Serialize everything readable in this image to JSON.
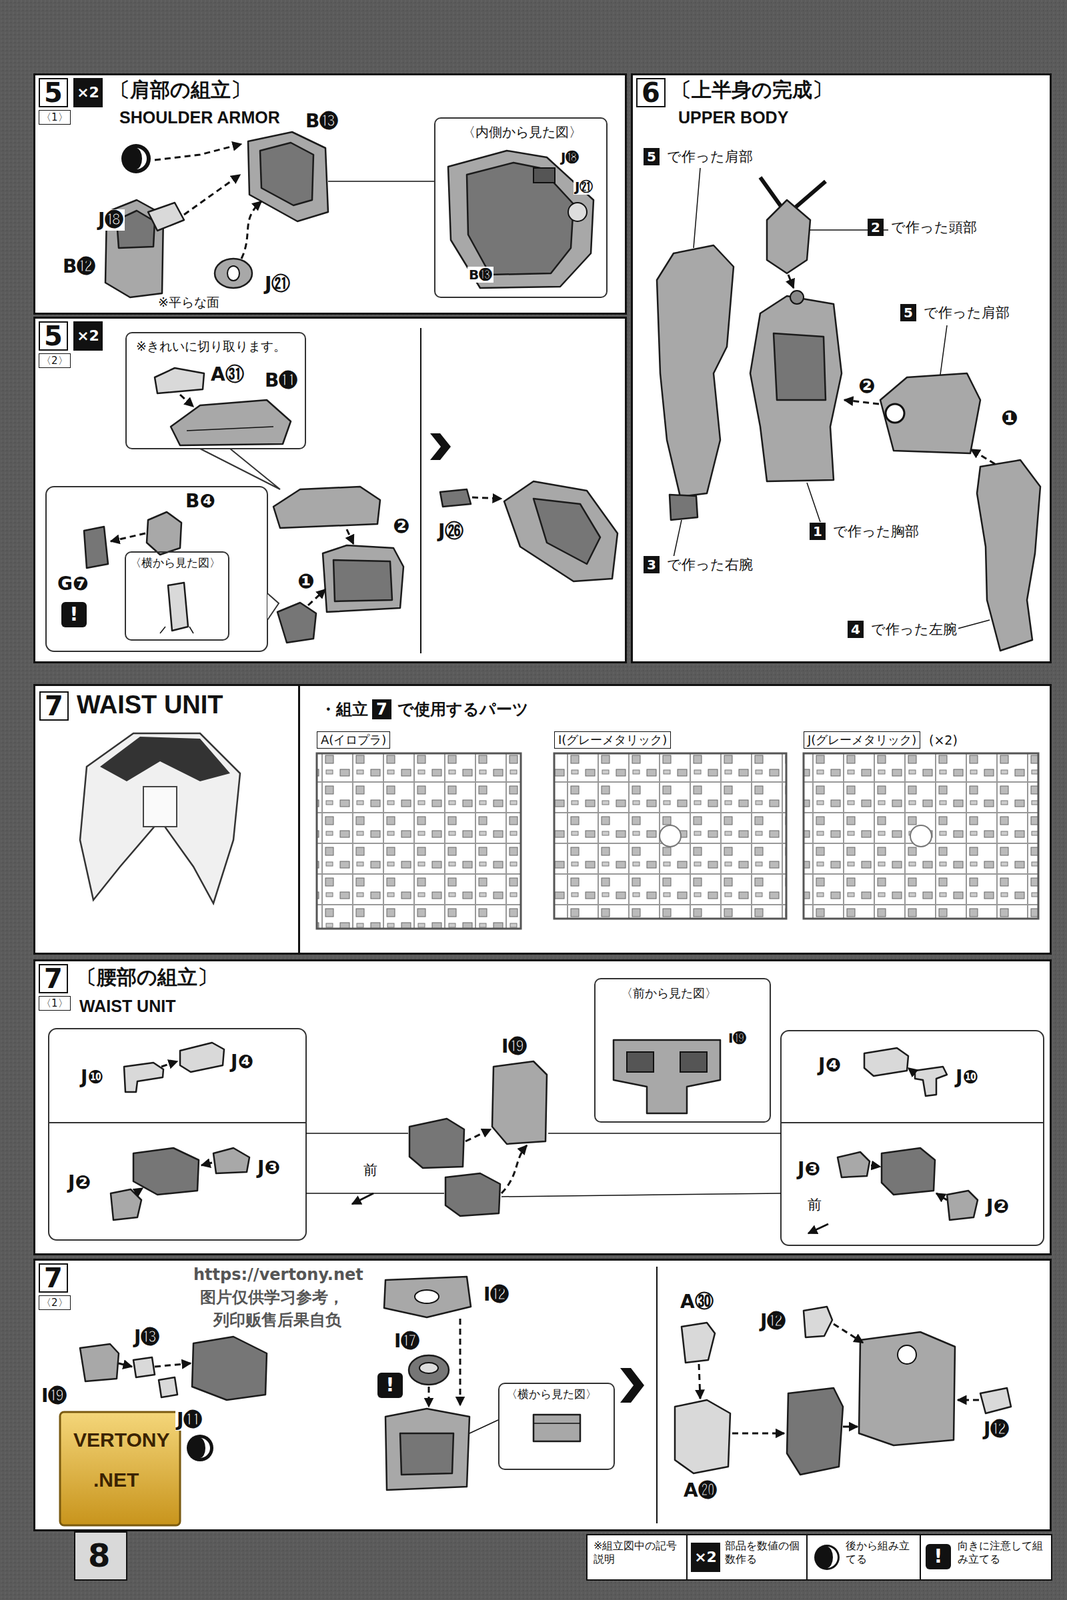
{
  "diagram": {
    "nodes": [
      {
        "text": [
          "5",
          "〈1〉",
          "×2",
          "〔肩部の組立〕",
          "SHOULDER ARMOR"
        ]
      },
      {
        "text": [
          "〈内側から見た図〉"
        ],
        "in": 0
      },
      {
        "text": [
          "5",
          "〈2〉",
          "×2"
        ]
      },
      {
        "text": [
          "※きれいに切り取ります。"
        ],
        "in": 2
      },
      {
        "text": [
          "〈横から見た図〉"
        ],
        "in": 2
      },
      {
        "text": [
          "6",
          "〔上半身の完成〕",
          "UPPER BODY"
        ]
      },
      {
        "text": [
          "7",
          "WAIST UNIT"
        ]
      },
      {
        "text": [
          "・組立",
          "7",
          "で使用するパーツ"
        ],
        "in": 6
      },
      {
        "text": [
          "7",
          "〈1〉",
          "〔腰部の組立〕",
          "WAIST UNIT"
        ]
      },
      {
        "text": [
          "〈前から見た図〉"
        ],
        "in": 8
      },
      {
        "text": [
          "7",
          "〈2〉"
        ]
      },
      {
        "text": [
          "〈横から見た図〉"
        ],
        "in": 10
      }
    ],
    "labels": [
      "B⓭",
      "J⓲",
      "B⓬",
      "J㉑",
      "※平らな面",
      "J⓲",
      "J㉑",
      "B⓭",
      "A㉛",
      "B⓫",
      "B❹",
      "G❼",
      "!",
      "❷",
      "❶",
      "J㉖",
      "5",
      "で作った肩部",
      "2",
      "で作った頭部",
      "5",
      "で作った肩部",
      "❷",
      "❶",
      "1",
      "で作った胸部",
      "3",
      "で作った右腕",
      "4",
      "で作った左腕",
      "A(イロプラ)",
      "I(グレーメタリック)",
      "J(グレーメタリック)",
      "(×2)",
      "J❿",
      "J❹",
      "J❷",
      "J❸",
      "前",
      "I⓳",
      "I⓳",
      "J❹",
      "J❿",
      "J❸",
      "J❷",
      "前",
      "https://vertony.net",
      "图片仅供学习参考，",
      "列印贩售后果自负",
      "J⓭",
      "J⓫",
      "I⓳",
      "I⓬",
      "I⓱",
      "!",
      "A㉚",
      "A⓴",
      "J⓬",
      "J⓬",
      "VERTONY",
      ".NET",
      "8",
      "※組立図中の記号説明",
      "×2",
      "!"
    ],
    "legend": [
      {
        "text": "部品を数値の個数作る"
      },
      {
        "text": "後から組み立てる"
      },
      {
        "text": "向きに注意して組み立てる"
      }
    ]
  }
}
